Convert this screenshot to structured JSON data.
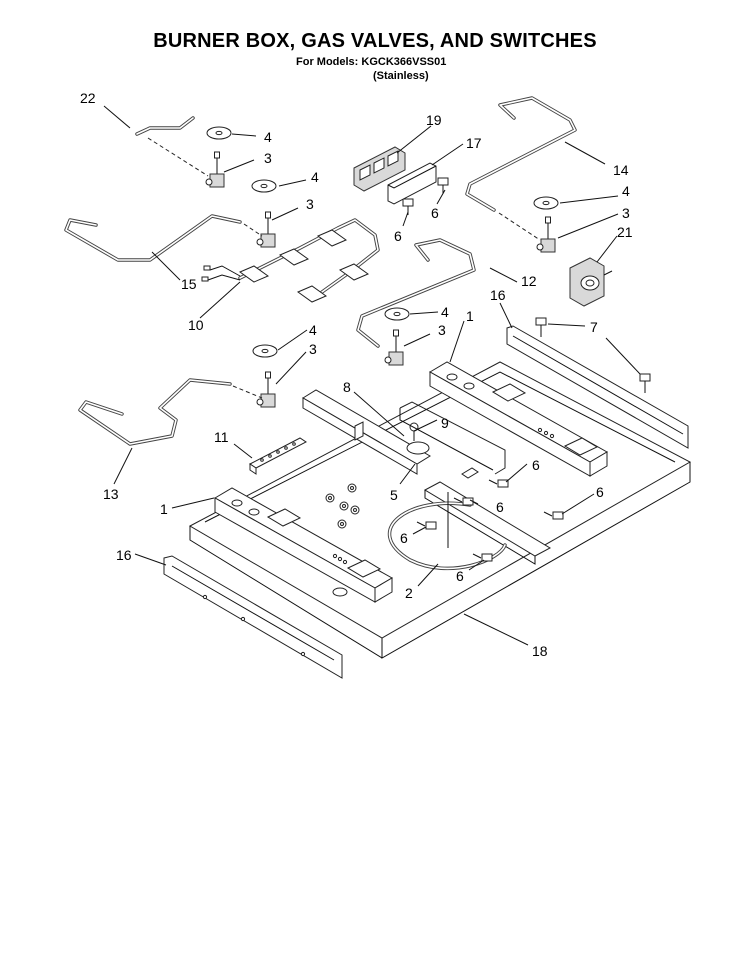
{
  "header": {
    "title": "BURNER BOX, GAS VALVES, AND SWITCHES",
    "models_line": "For Models: KGCK366VSS01",
    "finish_line": "(Stainless)"
  },
  "callouts": {
    "c22": "22",
    "c4a": "4",
    "c3a": "3",
    "c4b": "4",
    "c3b": "3",
    "c19": "19",
    "c17": "17",
    "c6a": "6",
    "c6b": "6",
    "c14": "14",
    "c4c": "4",
    "c3c": "3",
    "c21": "21",
    "c15": "15",
    "c10": "10",
    "c12": "12",
    "c16a": "16",
    "c7": "7",
    "c4d": "4",
    "c3d": "3",
    "c1a": "1",
    "c4e": "4",
    "c3e": "3",
    "c8": "8",
    "c9": "9",
    "c11": "11",
    "c6c": "6",
    "c6d": "6",
    "c6e": "6",
    "c6f": "6",
    "c6g": "6",
    "c5": "5",
    "c13": "13",
    "c1b": "1",
    "c16b": "16",
    "c2": "2",
    "c18": "18"
  }
}
